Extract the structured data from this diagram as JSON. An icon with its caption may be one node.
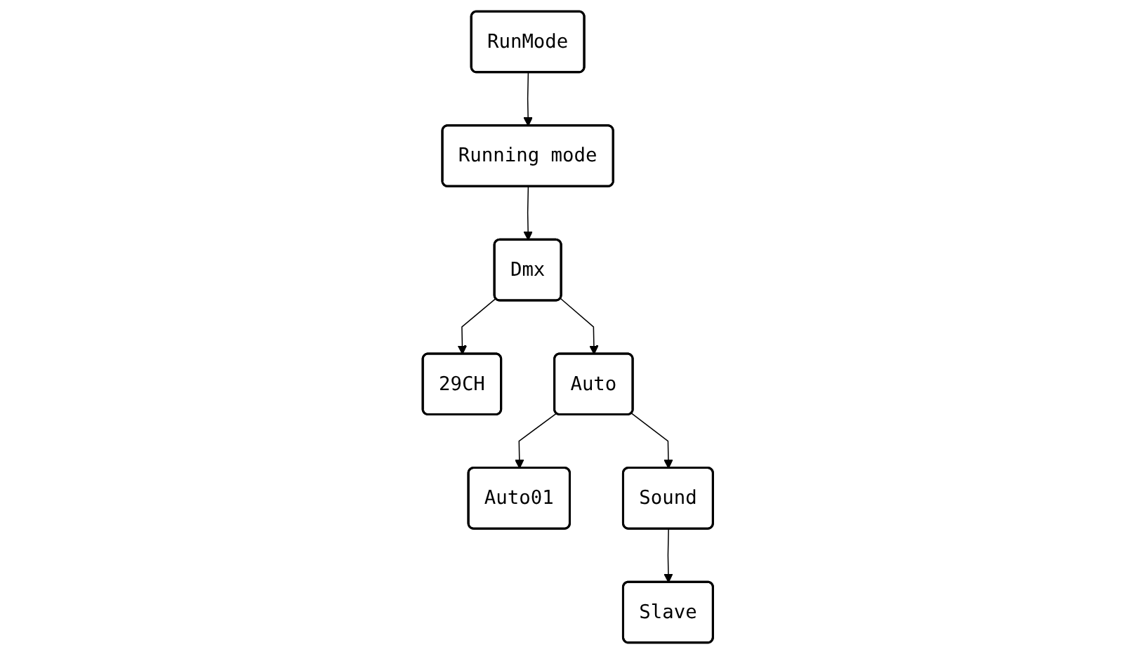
{
  "diagram": {
    "nodes": [
      {
        "text": [
          "RunMode"
        ]
      },
      {
        "text": [
          "Running mode"
        ]
      },
      {
        "text": [
          "Dmx"
        ]
      },
      {
        "text": [
          "29CH"
        ]
      },
      {
        "text": [
          "Auto"
        ]
      },
      {
        "text": [
          "Auto01"
        ]
      },
      {
        "text": [
          "Sound"
        ]
      },
      {
        "text": [
          "Slave"
        ]
      }
    ],
    "edges": [
      {
        "from": 0,
        "to": 1,
        "arrow": "to"
      },
      {
        "from": 1,
        "to": 2,
        "arrow": "to"
      },
      {
        "from": 2,
        "to": 3,
        "arrow": "to"
      },
      {
        "from": 2,
        "to": 4,
        "arrow": "to"
      },
      {
        "from": 4,
        "to": 5,
        "arrow": "to"
      },
      {
        "from": 4,
        "to": 6,
        "arrow": "to"
      },
      {
        "from": 6,
        "to": 7,
        "arrow": "to"
      }
    ]
  }
}
